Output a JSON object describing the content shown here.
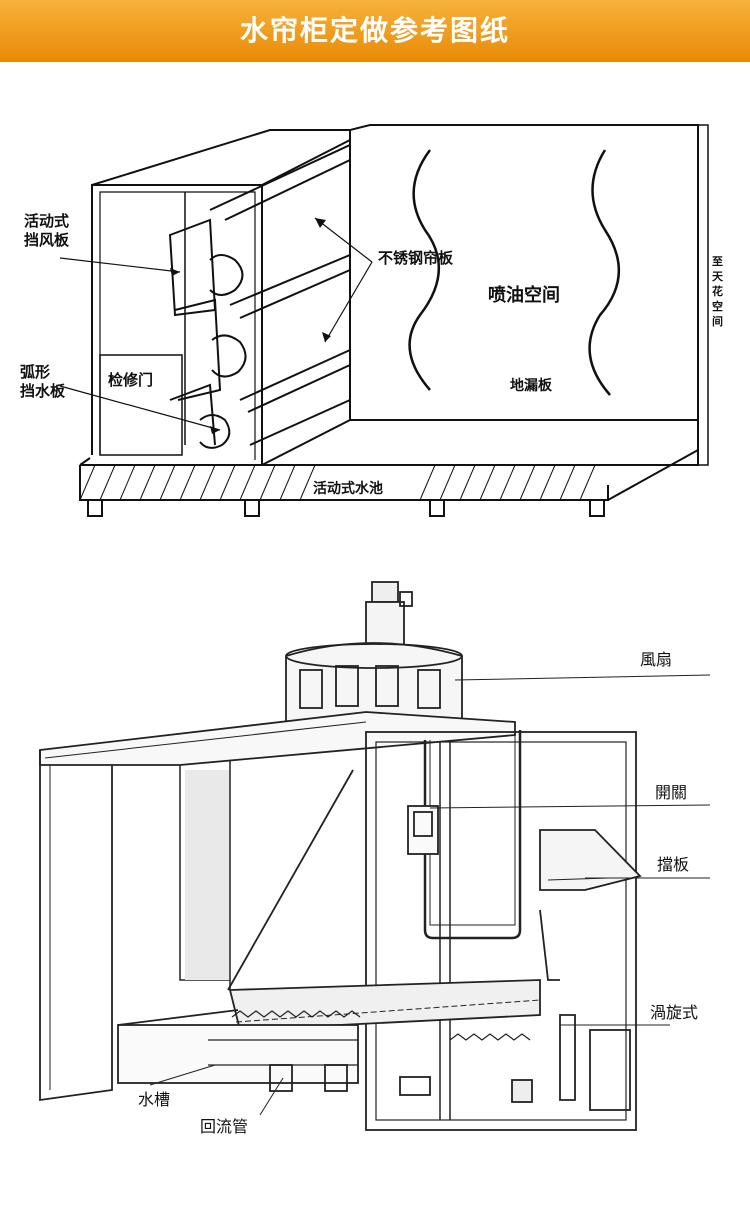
{
  "header": {
    "title": "水帘柜定做参考图纸",
    "bg_color": "#f0980f",
    "text_color": "#ffffff"
  },
  "figure1": {
    "labels": {
      "wind_baffle_line1": "活动式",
      "wind_baffle_line2": "挡风板",
      "water_baffle_line1": "弧形",
      "water_baffle_line2": "挡水板",
      "access_door": "检修门",
      "steel_curtain": "不锈钢帘板",
      "spray_space": "喷油空间",
      "floor_grate": "地漏板",
      "water_tank": "活动式水池",
      "ceiling_space": [
        "至",
        "天",
        "花",
        "空",
        "间"
      ]
    }
  },
  "figure2": {
    "labels": {
      "fan": "風扇",
      "switch": "開關",
      "baffle": "擋板",
      "vortex": "渦旋式",
      "water_trough": "水槽",
      "return_pipe": "回流管"
    }
  }
}
